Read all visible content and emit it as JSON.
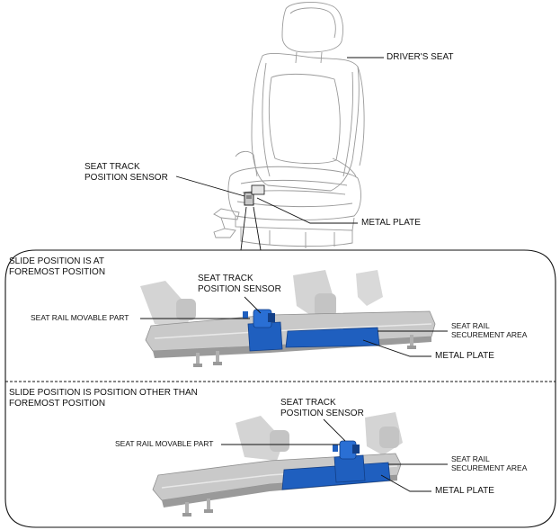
{
  "top": {
    "drivers_seat": "DRIVER'S SEAT",
    "sensor_line1": "SEAT TRACK",
    "sensor_line2": "POSITION SENSOR",
    "metal_plate": "METAL PLATE"
  },
  "panel1": {
    "heading_line1": "SLIDE POSITION IS AT",
    "heading_line2": "FOREMOST POSITION",
    "sensor_line1": "SEAT TRACK",
    "sensor_line2": "POSITION SENSOR",
    "movable_part": "SEAT RAIL MOVABLE PART",
    "securement_line1": "SEAT RAIL",
    "securement_line2": "SECUREMENT AREA",
    "metal_plate": "METAL PLATE"
  },
  "panel2": {
    "heading_line1": "SLIDE POSITION IS POSITION OTHER THAN",
    "heading_line2": "FOREMOST POSITION",
    "sensor_line1": "SEAT TRACK",
    "sensor_line2": "POSITION SENSOR",
    "movable_part": "SEAT RAIL MOVABLE PART",
    "securement_line1": "SEAT RAIL",
    "securement_line2": "SECUREMENT AREA",
    "metal_plate": "METAL PLATE"
  },
  "colors": {
    "part_blue": "#1f5fbf",
    "part_blue_dark": "#123f87",
    "rail_gray": "#c9c9c9",
    "rail_gray_dark": "#8f8f8f",
    "outline": "#111111"
  }
}
